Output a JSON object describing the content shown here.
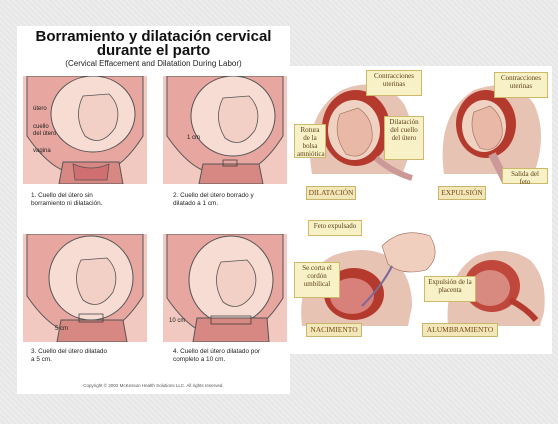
{
  "left_sheet": {
    "title_line1": "Borramiento y dilatación cervical",
    "title_line2": "durante el parto",
    "subtitle": "(Cervical Effacement and Dilatation During Labor)",
    "labels": {
      "utero": "útero",
      "cuello": "cuello",
      "del_utero": "del útero",
      "vagina": "vagina",
      "cm1": "1 cm",
      "cm5": "5 cm",
      "cm10": "10 cm"
    },
    "captions": [
      {
        "line1": "1. Cuello del útero sin",
        "line2": "borramiento ni dilatación."
      },
      {
        "line1": "2. Cuello del útero borrado y",
        "line2": "dilatado a 1 cm."
      },
      {
        "line1": "3. Cuello del útero dilatado",
        "line2": "a 5 cm."
      },
      {
        "line1": "4. Cuello del útero dilatado por",
        "line2": "completo a 10 cm."
      }
    ],
    "copyright": "Copyright © 2002 McKesson Health Solutions LLC. All rights reserved."
  },
  "right_sheet": {
    "boxes": {
      "contracciones_1": "Contracciones uterinas",
      "rotura": "Rotura de la bolsa amniótica",
      "dilatacion_cuello": "Dilatación del cuello del útero",
      "contracciones_2": "Contracciones uterinas",
      "salida_feto": "Salida del feto",
      "feto_expulsado": "Feto expulsado",
      "cordon": "Se corta el cordón umbilical",
      "expulsion_placenta": "Expulsión de la placenta"
    },
    "stage_captions": {
      "dilatacion": "DILATACIÓN",
      "expulsion": "EXPULSIÓN",
      "nacimiento": "NACIMIENTO",
      "alumbramiento": "ALUMBRAMIENTO"
    }
  }
}
